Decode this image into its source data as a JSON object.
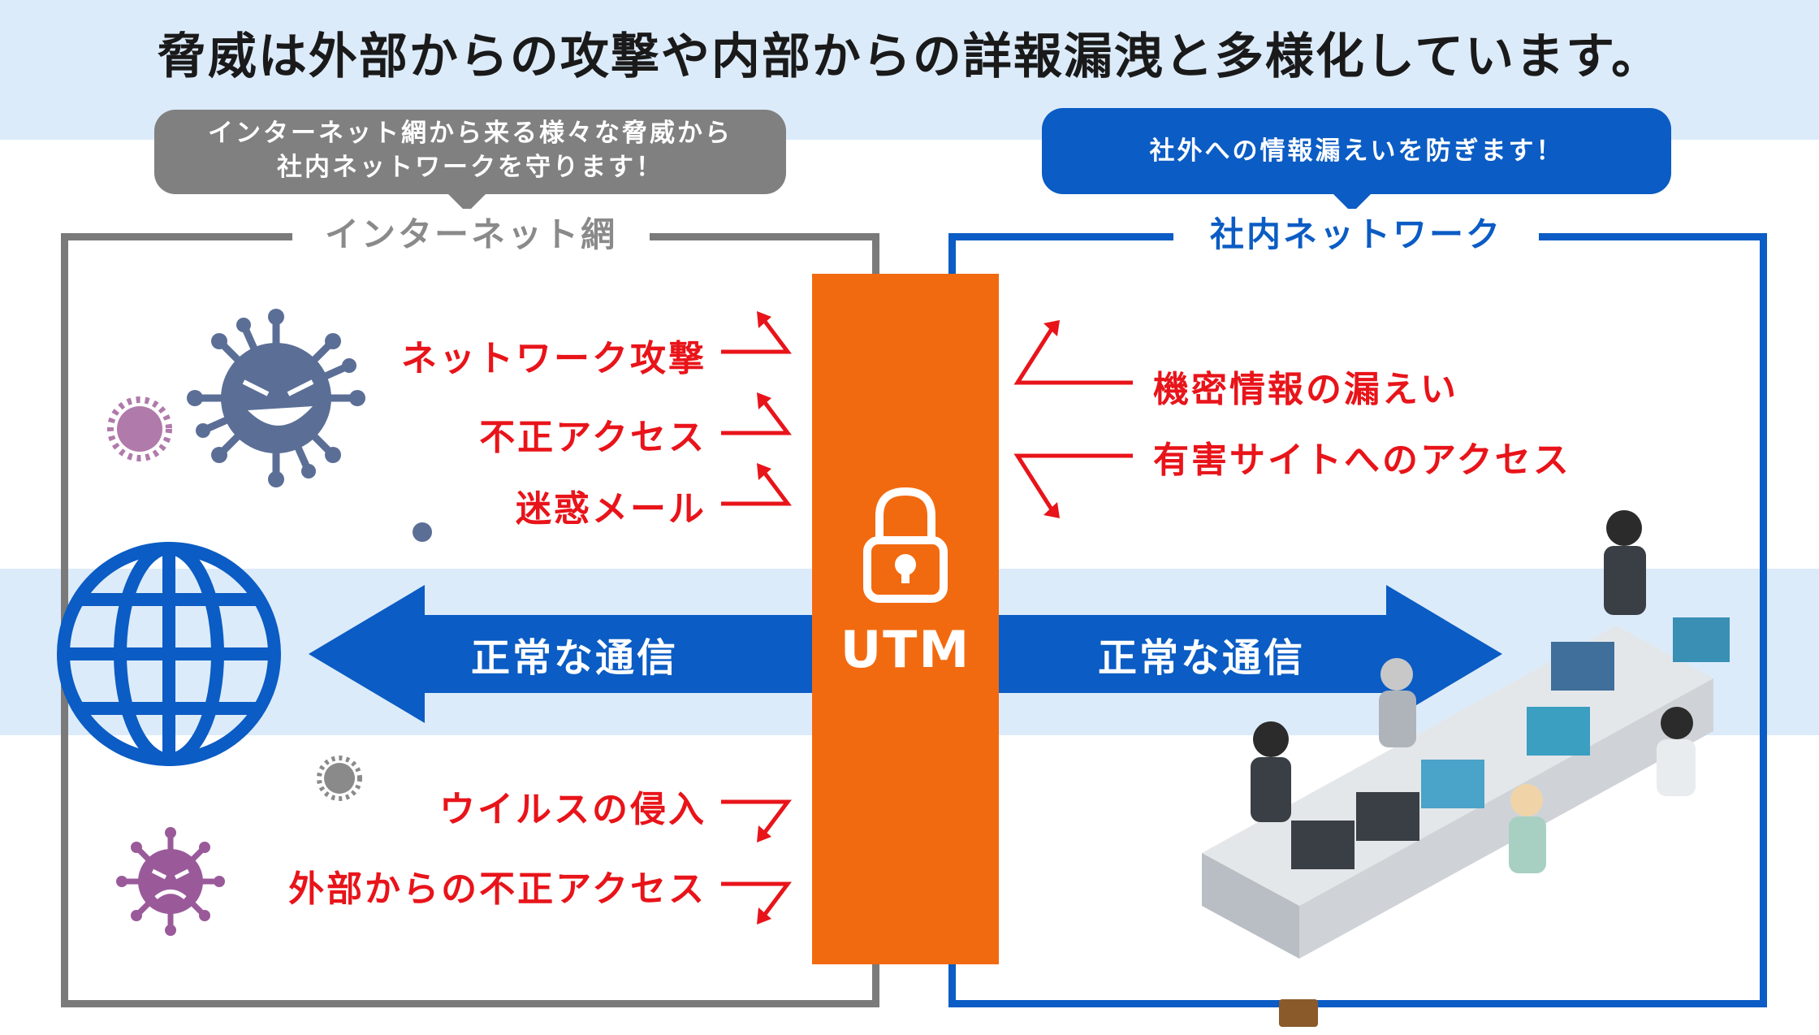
{
  "headline": "脅威は外部からの攻撃や内部からの詳報漏洩と多様化しています。",
  "bubble_left": {
    "line1": "インターネット網から来る様々な脅威から",
    "line2": "社内ネットワークを守ります！"
  },
  "bubble_right": "社外への情報漏えいを防ぎます！",
  "internet_title": "インターネット網",
  "intranet_title": "社内ネットワーク",
  "utm_label": "UTM",
  "flow_left": "正常な通信",
  "flow_right": "正常な通信",
  "inbound_threats_top": [
    "ネットワーク攻撃",
    "不正アクセス",
    "迷惑メール"
  ],
  "inbound_threats_bottom": [
    "ウイルスの侵入",
    "外部からの不正アクセス"
  ],
  "outbound_threats": [
    "機密情報の漏えい",
    "有害サイトへのアクセス"
  ],
  "colors": {
    "accent_blue": "#0b5cc4",
    "utm_orange": "#f26a10",
    "threat_red": "#e8141a",
    "band": "#dcebfa",
    "frame_gray": "#7a7a7a"
  },
  "icons": [
    "virus-icon",
    "globe-icon",
    "lock-icon",
    "office-illustration"
  ]
}
